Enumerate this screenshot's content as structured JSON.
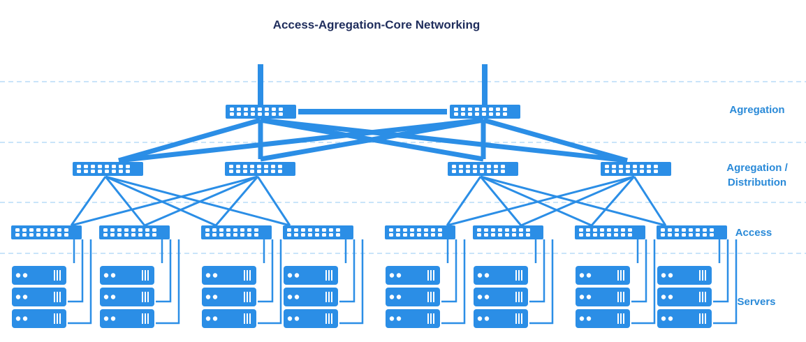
{
  "title": "Access-Agregation-Core Networking",
  "colors": {
    "device": "#2b8ee6",
    "link": "#2b8ee6",
    "divider": "#a9d4f5",
    "label": "#2a8ad8",
    "title": "#1f2d5c"
  },
  "layers": [
    {
      "id": "agregation",
      "label": "Agregation"
    },
    {
      "id": "distribution",
      "label": "Agregation / Distribution"
    },
    {
      "id": "access",
      "label": "Access"
    },
    {
      "id": "servers",
      "label": "Servers"
    }
  ],
  "topology": {
    "core_switches": 2,
    "distribution_switches": 4,
    "access_switches": 8,
    "server_racks": 8,
    "servers_per_rack": 3,
    "ports_per_switch": 8,
    "core_links": [
      [
        0,
        0
      ],
      [
        0,
        1
      ],
      [
        0,
        2
      ],
      [
        0,
        3
      ],
      [
        1,
        0
      ],
      [
        1,
        1
      ],
      [
        1,
        2
      ],
      [
        1,
        3
      ]
    ],
    "distribution_pods": [
      [
        0,
        1
      ],
      [
        2,
        3
      ]
    ]
  }
}
